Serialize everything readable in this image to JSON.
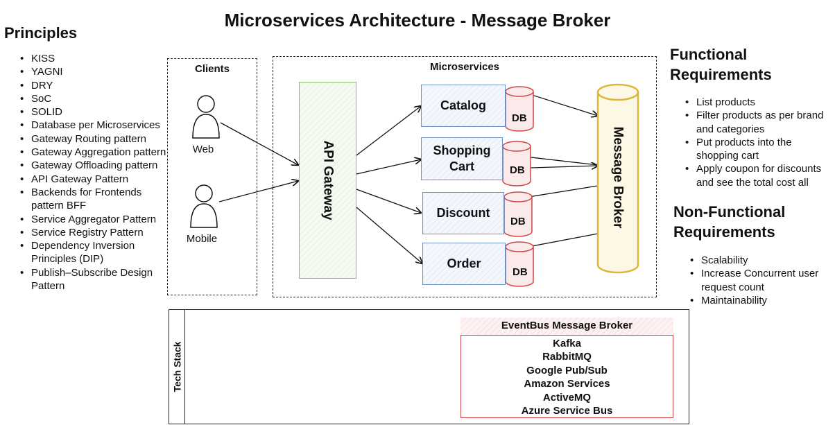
{
  "title": "Microservices Architecture - Message Broker",
  "principles": {
    "title": "Principles",
    "items": [
      "KISS",
      "YAGNI",
      "DRY",
      "SoC",
      "SOLID",
      "Database per Microservices",
      "Gateway Routing pattern",
      "Gateway Aggregation pattern",
      "Gateway Offloading pattern",
      "API Gateway Pattern",
      "Backends for Frontends pattern BFF",
      "Service Aggregator Pattern",
      "Service Registry Pattern",
      "Dependency Inversion Principles (DIP)",
      "Publish–Subscribe Design Pattern"
    ]
  },
  "functional": {
    "title_line1": "Functional",
    "title_line2": "Requirements",
    "items": [
      "List products",
      "Filter products as per brand and categories",
      "Put products into the shopping cart",
      "Apply coupon for discounts and see the total cost all"
    ]
  },
  "non_functional": {
    "title_line1": "Non-Functional",
    "title_line2": "Requirements",
    "items": [
      "Scalability",
      "Increase Concurrent user request count",
      "Maintainability"
    ]
  },
  "clients": {
    "label": "Clients",
    "web": "Web",
    "mobile": "Mobile"
  },
  "microservices": {
    "label": "Microservices",
    "gateway": "API Gateway",
    "catalog": "Catalog",
    "shopping_line1": "Shopping",
    "shopping_line2": "Cart",
    "discount": "Discount",
    "order": "Order",
    "db": "DB",
    "broker": "Message Broker"
  },
  "tech_stack": {
    "label": "Tech Stack",
    "eventbus_title": "EventBus Message Broker",
    "items": [
      "Kafka",
      "RabbitMQ",
      "Google Pub/Sub",
      "Amazon Services",
      "ActiveMQ",
      "Azure Service Bus"
    ]
  },
  "colors": {
    "service_border": "#6d8fc9",
    "gateway_border": "#7dbf6a",
    "db_border": "#d04444",
    "broker_border": "#d9b73a"
  }
}
